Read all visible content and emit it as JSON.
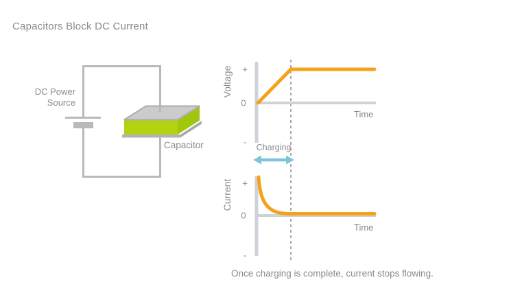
{
  "page": {
    "title": "Capacitors Block DC Current",
    "caption": "Once charging is complete, current stops flowing."
  },
  "circuit": {
    "source_label_line1": "DC Power",
    "source_label_line2": "Source",
    "capacitor_label": "Capacitor"
  },
  "charging": {
    "label": "Charging"
  },
  "ticks": {
    "plus": "+",
    "zero": "0",
    "minus": "-"
  },
  "voltage_chart": {
    "ylabel": "Voltage",
    "xlabel": "Time"
  },
  "current_chart": {
    "ylabel": "Current",
    "xlabel": "Time"
  },
  "colors": {
    "accent_orange": "#F5A21B",
    "capacitor_green_front": "#B4D211",
    "capacitor_green_side": "#A0C60E",
    "capacitor_gray_top": "#CBCBCB",
    "wire_gray": "#B9B9B9",
    "axis_gray": "#CDD3D8",
    "dashed_gray": "#A8A8A8",
    "arrow_teal": "#7CC6D8",
    "text_gray": "#8A8A8A"
  },
  "chart_data": [
    {
      "type": "line",
      "name": "voltage-vs-time",
      "ylabel": "Voltage",
      "xlabel": "Time",
      "ytick_labels": [
        "+",
        "0",
        "-"
      ],
      "xtick_labels": [],
      "grid": false,
      "legend": "none",
      "series": [
        {
          "name": "Voltage",
          "x": [
            0,
            0.29,
            1.0
          ],
          "y": [
            0,
            1,
            1
          ]
        }
      ],
      "annotations": [
        "dashed vertical marker at x=0.29 (end of charging)",
        "charging interval arrow spans x=0 to x=0.29 below the axis"
      ],
      "axis_note": "qualitative axes: y from - through 0 to +, no numeric ticks"
    },
    {
      "type": "line",
      "name": "current-vs-time",
      "ylabel": "Current",
      "xlabel": "Time",
      "ytick_labels": [
        "+",
        "0",
        "-"
      ],
      "xtick_labels": [],
      "grid": false,
      "legend": "none",
      "series": [
        {
          "name": "Current",
          "x": [
            0,
            0.04,
            0.08,
            0.13,
            0.2,
            0.29,
            1.0
          ],
          "y": [
            1,
            0.55,
            0.33,
            0.17,
            0.07,
            0.02,
            0.02
          ]
        }
      ],
      "annotations": [
        "dashed vertical marker at x=0.29 (end of charging); current ~0 afterwards"
      ],
      "axis_note": "qualitative axes: exponential decay from + to 0 during charging"
    }
  ]
}
